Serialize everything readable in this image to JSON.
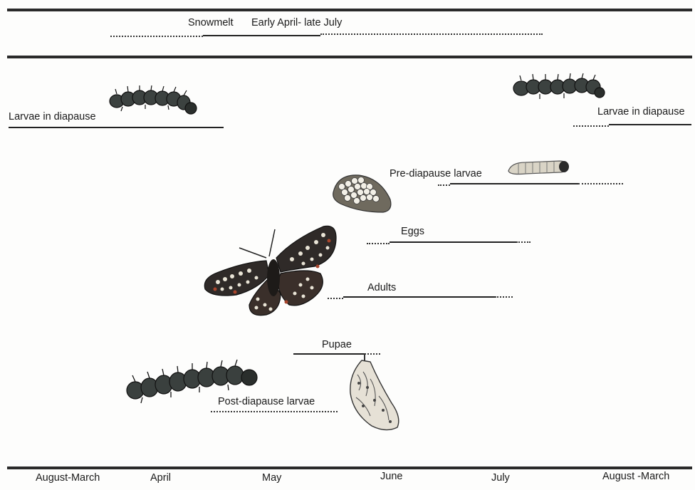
{
  "header": {
    "snowmelt_label": "Snowmelt",
    "snowmelt_range": "Early April- late July"
  },
  "stages": {
    "larvae_diapause_left": "Larvae in diapause",
    "larvae_diapause_right": "Larvae in diapause",
    "pre_diapause_larvae": "Pre-diapause larvae",
    "eggs": "Eggs",
    "adults": "Adults",
    "pupae": "Pupae",
    "post_diapause_larvae": "Post-diapause larvae"
  },
  "timeline": {
    "months": [
      "August-March",
      "April",
      "May",
      "June",
      "July",
      "August -March"
    ]
  },
  "icons": {
    "caterpillar_dark": "caterpillar-icon",
    "caterpillar_pale": "pale-caterpillar-icon",
    "egg_cluster": "egg-cluster-icon",
    "butterfly": "butterfly-icon",
    "chrysalis": "chrysalis-icon"
  }
}
